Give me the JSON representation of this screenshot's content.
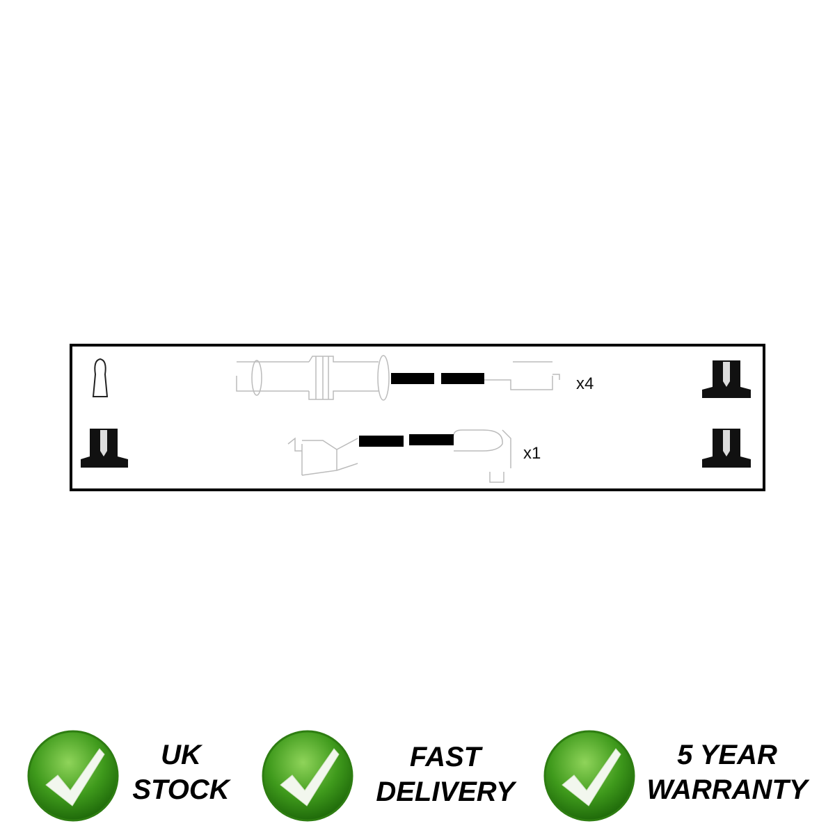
{
  "diagram": {
    "row1_quantity": "x4",
    "row2_quantity": "x1"
  },
  "badges": [
    {
      "line1": "UK",
      "line2": "STOCK",
      "icon": "check-icon"
    },
    {
      "line1": "FAST",
      "line2": "DELIVERY",
      "icon": "check-icon"
    },
    {
      "line1": "5 YEAR",
      "line2": "WARRANTY",
      "icon": "check-icon"
    }
  ],
  "colors": {
    "badge_green": "#3f9a1c",
    "badge_light": "#8fd45a"
  }
}
